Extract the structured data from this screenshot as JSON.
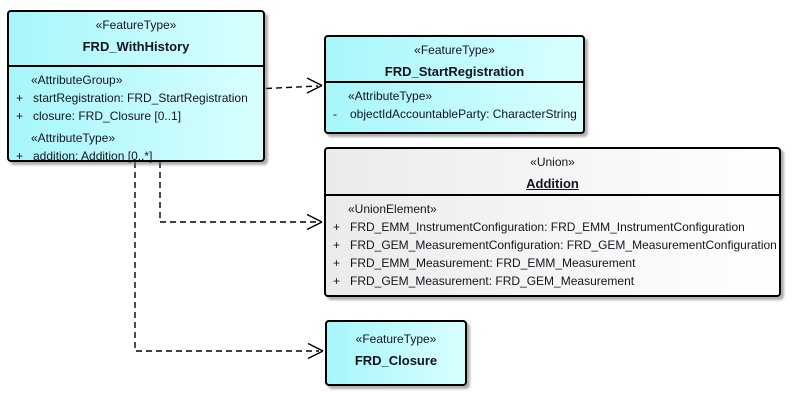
{
  "diagram": {
    "type": "uml-class-diagram",
    "colors": {
      "feature_fill_left": "#a7f6fa",
      "feature_fill_right": "#d8ffff",
      "union_fill_left": "#ebebeb",
      "union_fill_right": "#ffffff",
      "border": "#000000",
      "text": "#14141f",
      "connector": "#000000",
      "background": "#ffffff"
    },
    "classes": {
      "frd_with_history": {
        "stereotype": "«FeatureType»",
        "name": "FRD_WithHistory",
        "rows": [
          {
            "prefix": "",
            "text": "«AttributeGroup»"
          },
          {
            "prefix": "+",
            "text": "startRegistration: FRD_StartRegistration"
          },
          {
            "prefix": "+",
            "text": "closure: FRD_Closure [0..1]"
          },
          {
            "prefix": "",
            "text": "«AttributeType»"
          },
          {
            "prefix": "+",
            "text": "addition: Addition [0..*]"
          }
        ]
      },
      "frd_start_registration": {
        "stereotype": "«FeatureType»",
        "name": "FRD_StartRegistration",
        "rows": [
          {
            "prefix": "",
            "text": "«AttributeType»"
          },
          {
            "prefix": "-",
            "text": "objectIdAccountableParty: CharacterString"
          }
        ]
      },
      "addition": {
        "stereotype": "«Union»",
        "name": "Addition",
        "rows": [
          {
            "prefix": "",
            "text": "«UnionElement»"
          },
          {
            "prefix": "+",
            "text": "FRD_EMM_InstrumentConfiguration: FRD_EMM_InstrumentConfiguration"
          },
          {
            "prefix": "+",
            "text": "FRD_GEM_MeasurementConfiguration: FRD_GEM_MeasurementConfiguration"
          },
          {
            "prefix": "+",
            "text": "FRD_EMM_Measurement: FRD_EMM_Measurement"
          },
          {
            "prefix": "+",
            "text": "FRD_GEM_Measurement: FRD_GEM_Measurement"
          }
        ]
      },
      "frd_closure": {
        "stereotype": "«FeatureType»",
        "name": "FRD_Closure"
      }
    },
    "connectors": [
      {
        "from": "FRD_WithHistory",
        "to": "FRD_StartRegistration",
        "style": "dashed-dependency"
      },
      {
        "from": "FRD_WithHistory",
        "to": "Addition",
        "style": "dashed-dependency"
      },
      {
        "from": "FRD_WithHistory",
        "to": "FRD_Closure",
        "style": "dashed-dependency"
      }
    ]
  }
}
